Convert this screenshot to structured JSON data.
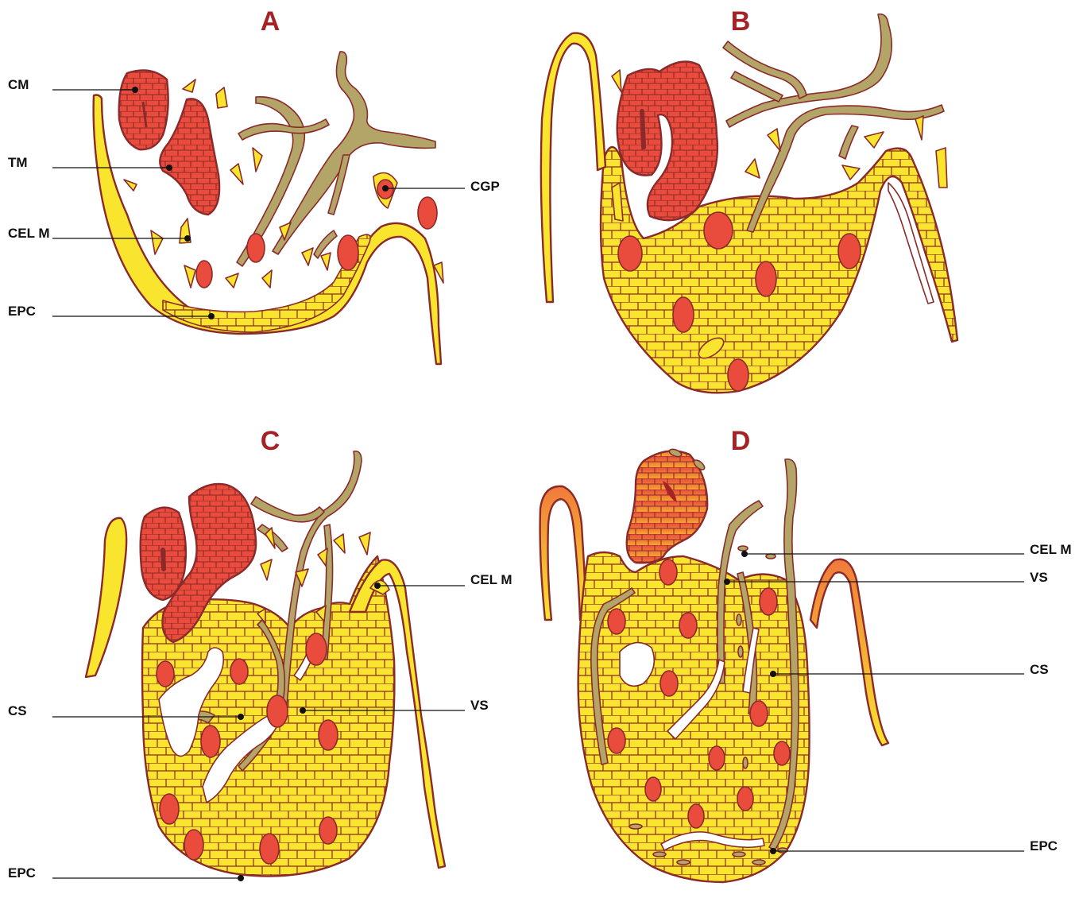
{
  "panels": [
    {
      "letter": "A"
    },
    {
      "letter": "B"
    },
    {
      "letter": "C"
    },
    {
      "letter": "D"
    }
  ],
  "labels": {
    "a_cm": "CM",
    "a_tm": "TM",
    "a_celm": "CEL M",
    "a_epc": "EPC",
    "a_cgp": "CGP",
    "c_celm": "CEL M",
    "c_cs": "CS",
    "c_vs": "VS",
    "c_epc": "EPC",
    "d_celm": "CEL M",
    "d_vs": "VS",
    "d_cs": "CS",
    "d_epc": "EPC"
  },
  "colors": {
    "epicardial_yellow": "#f9e52e",
    "germ_cell_red": "#e94b3c",
    "mesenchyme_olive": "#b3a468",
    "outline_brown": "#8b2a2a",
    "letter_red": "#a52227",
    "gradient_orange": "#f08a3a"
  }
}
